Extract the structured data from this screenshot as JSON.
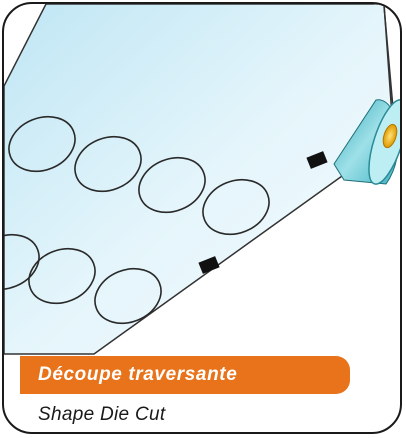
{
  "banner": {
    "label": "Découpe traversante",
    "color": "#e8731a"
  },
  "caption": {
    "label": "Shape Die Cut"
  },
  "illustration": {
    "subject": "label roll with shape die-cut circular labels",
    "colors": {
      "film": "#d9f0f8",
      "roll": "#4fc3cf",
      "core": "#f4b400",
      "registration_mark": "#111111"
    }
  }
}
